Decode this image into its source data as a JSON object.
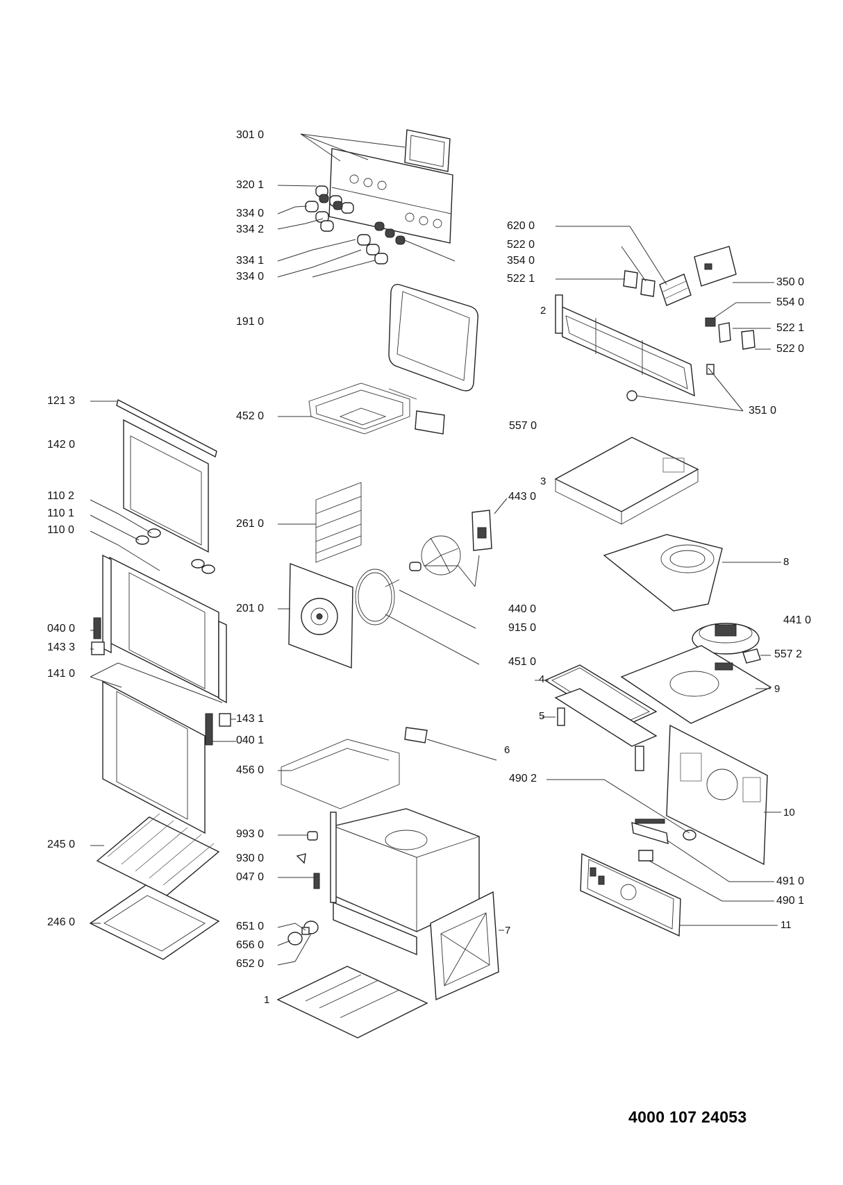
{
  "diagram": {
    "document_code": "4000 107 24053",
    "part_labels": {
      "p3010": "301 0",
      "p3201": "320 1",
      "p3340a": "334 0",
      "p3342": "334 2",
      "p3341": "334 1",
      "p3340b": "334 0",
      "p1910": "191 0",
      "p4520": "452 0",
      "p2610": "261 0",
      "p2010": "201 0",
      "p6200": "620 0",
      "p5220a": "522 0",
      "p3540": "354 0",
      "p5221a": "522 1",
      "p3500": "350 0",
      "p5540": "554 0",
      "p5221b": "522 1",
      "p5220b": "522 0",
      "p3510": "351 0",
      "p5570": "557 0",
      "p4430": "443 0",
      "p4400": "440 0",
      "p9150": "915 0",
      "p4510": "451 0",
      "p4410": "441 0",
      "p5572": "557 2",
      "p1213": "121 3",
      "p1420": "142 0",
      "p1102": "110 2",
      "p1101": "110 1",
      "p1100": "110 0",
      "p0400": "040 0",
      "p1433": "143 3",
      "p1410": "141 0",
      "p1431": "143 1",
      "p0401": "040 1",
      "p4560": "456 0",
      "p2450": "245 0",
      "p2460": "246 0",
      "p9930": "993 0",
      "p9300": "930 0",
      "p0470": "047 0",
      "p6510": "651 0",
      "p6560": "656 0",
      "p6520": "652 0",
      "p4902": "490 2",
      "p4910": "491 0",
      "p4901": "490 1"
    },
    "ref_numbers": {
      "n1": "1",
      "n2": "2",
      "n3": "3",
      "n4": "4",
      "n5": "5",
      "n6": "6",
      "n7": "7",
      "n8": "8",
      "n9": "9",
      "n10": "10",
      "n11": "11"
    }
  }
}
